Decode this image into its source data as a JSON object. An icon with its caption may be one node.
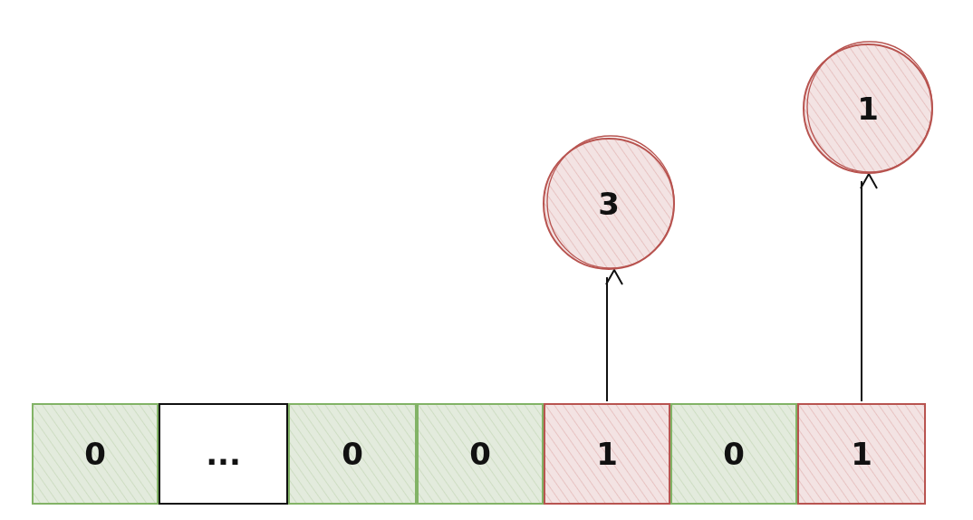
{
  "diagram": {
    "nodes": [
      {
        "text": [
          "1"
        ]
      },
      {
        "text": [
          "3"
        ]
      },
      {
        "text": [
          "0"
        ]
      },
      {
        "text": [
          "..."
        ]
      },
      {
        "text": [
          "0"
        ]
      },
      {
        "text": [
          "0"
        ]
      },
      {
        "text": [
          "1"
        ]
      },
      {
        "text": [
          "0"
        ]
      },
      {
        "text": [
          "1"
        ]
      }
    ],
    "edges": [
      {
        "from": 6,
        "to": 1,
        "arrow": "to"
      },
      {
        "from": 8,
        "to": 0,
        "arrow": "to"
      }
    ]
  }
}
